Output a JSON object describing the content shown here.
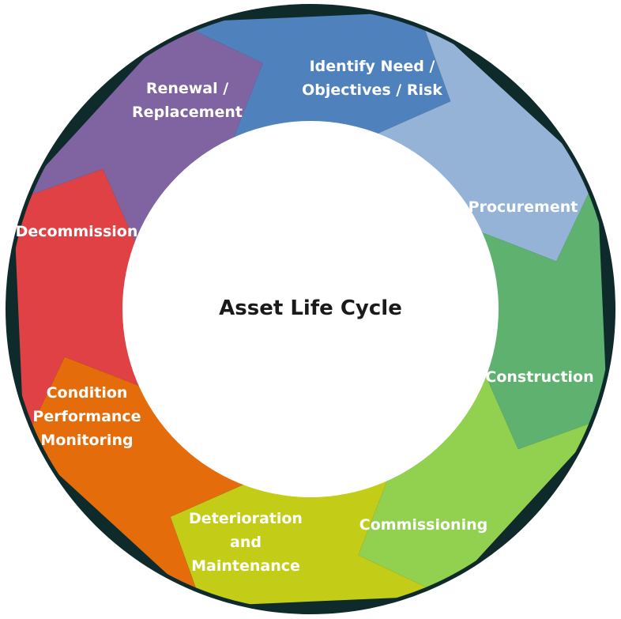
{
  "diagram": {
    "title": "Asset Life Cycle",
    "segments": [
      {
        "id": "identify",
        "label_lines": [
          "Identify Need /",
          "Objectives / Risk"
        ],
        "color": "#4f81bd"
      },
      {
        "id": "procurement",
        "label_lines": [
          "Procurement"
        ],
        "color": "#95b3d7"
      },
      {
        "id": "construction",
        "label_lines": [
          "Construction"
        ],
        "color": "#5fb170"
      },
      {
        "id": "commissioning",
        "label_lines": [
          "Commissioning"
        ],
        "color": "#92d050"
      },
      {
        "id": "deterioration",
        "label_lines": [
          "Deterioration",
          "and",
          "Maintenance"
        ],
        "color": "#c3cd18"
      },
      {
        "id": "condition",
        "label_lines": [
          "Condition",
          "Performance",
          "Monitoring"
        ],
        "color": "#e46c0a"
      },
      {
        "id": "decommission",
        "label_lines": [
          "Decommission"
        ],
        "color": "#e04144"
      },
      {
        "id": "renewal",
        "label_lines": [
          "Renewal /",
          "Replacement"
        ],
        "color": "#8064a2"
      }
    ],
    "colors": {
      "outer_ring": "#0e2a2b",
      "center_fill": "#ffffff",
      "title_text": "#1a1a1a"
    }
  }
}
